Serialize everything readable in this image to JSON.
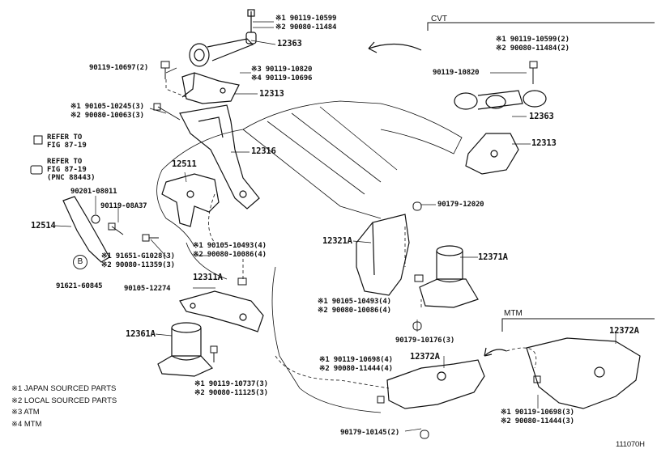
{
  "diagram_id": "111070H",
  "sections": {
    "cvt": "CVT",
    "mtm": "MTM"
  },
  "refer": [
    {
      "text": "REFER TO\nFIG 87-19"
    },
    {
      "text": "REFER TO\nFIG 87-19\n(PNC 88443)"
    }
  ],
  "badge": "B",
  "legend": [
    "※1 JAPAN SOURCED PARTS",
    "※2 LOCAL SOURCED PARTS",
    "※3 ATM",
    "※4 MTM"
  ],
  "labels": {
    "top_bolt_1": "※1  90119-10599",
    "top_bolt_2": "※2  90080-11484",
    "p12363_top": "12363",
    "p90119_10697": "90119-10697(2)",
    "atm_1": "※3  90119-10820",
    "atm_2": "※4  90119-10696",
    "p12313_top": "12313",
    "bolt_a_1": "※1  90105-10245(3)",
    "bolt_a_2": "※2  90080-10063(3)",
    "p12316": "12316",
    "p12511": "12511",
    "p90201": "90201-08011",
    "p90119_08a37": "90119-08A37",
    "p12514": "12514",
    "p91651_1": "※1  91651-G1028(3)",
    "p91651_2": "※2  90080-11359(3)",
    "p91621": "91621-60845",
    "bolt_b_1": "※1  90105-10493(4)",
    "bolt_b_2": "※2  90080-10086(4)",
    "p12311a": "12311A",
    "p90105_12274": "90105-12274",
    "p12361a": "12361A",
    "bolt_c_1": "※1  90119-10737(3)",
    "bolt_c_2": "※2  90080-11125(3)",
    "cvt_1": "※1  90119-10599(2)",
    "cvt_2": "※2  90080-11484(2)",
    "p90119_10820": "90119-10820",
    "p12363_cvt": "12363",
    "p12313_cvt": "12313",
    "p90179_12020": "90179-12020",
    "p12321a": "12321A",
    "p12371a": "12371A",
    "bolt_d_1": "※1  90105-10493(4)",
    "bolt_d_2": "※2  90080-10086(4)",
    "p90179_10176": "90179-10176(3)",
    "bolt_e_1": "※1  90119-10698(4)",
    "bolt_e_2": "※2  90080-11444(4)",
    "p12372a_mid": "12372A",
    "p90179_10145": "90179-10145(2)",
    "p12372a_mtm": "12372A",
    "mtm_1": "※1  90119-10698(3)",
    "mtm_2": "※2  90080-11444(3)"
  }
}
